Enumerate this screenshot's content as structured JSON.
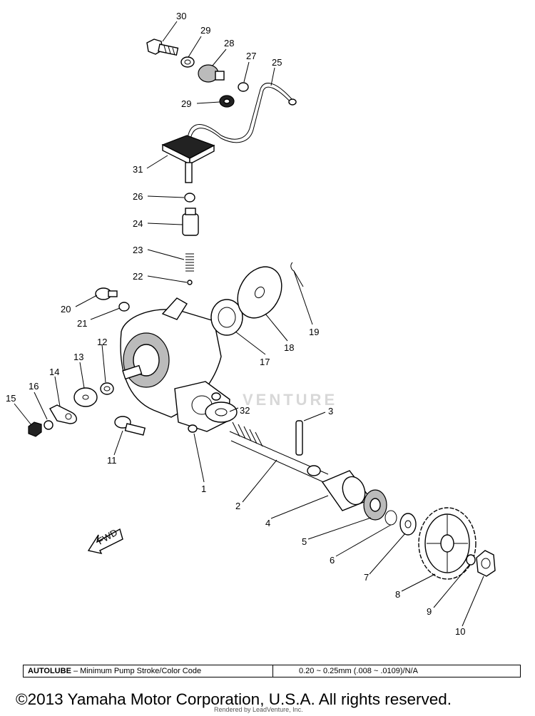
{
  "part_numbers": [
    "30",
    "29",
    "28",
    "27",
    "25",
    "29",
    "31",
    "26",
    "24",
    "23",
    "22",
    "20",
    "21",
    "12",
    "13",
    "14",
    "16",
    "15",
    "11",
    "19",
    "18",
    "17",
    "32",
    "3",
    "1",
    "2",
    "4",
    "5",
    "6",
    "7",
    "8",
    "9",
    "10"
  ],
  "watermark": "VENTURE",
  "direction_label": "FWD",
  "spec": {
    "label": "AUTOLUBE",
    "description": " – Minimum Pump Stroke/Color Code",
    "value": "0.20 ~ 0.25mm (.008 ~ .0109)/N/A"
  },
  "copyright": "©2013 Yamaha Motor Corporation, U.S.A. All rights reserved.",
  "rendered_by": "Rendered by LeadVenture, Inc."
}
